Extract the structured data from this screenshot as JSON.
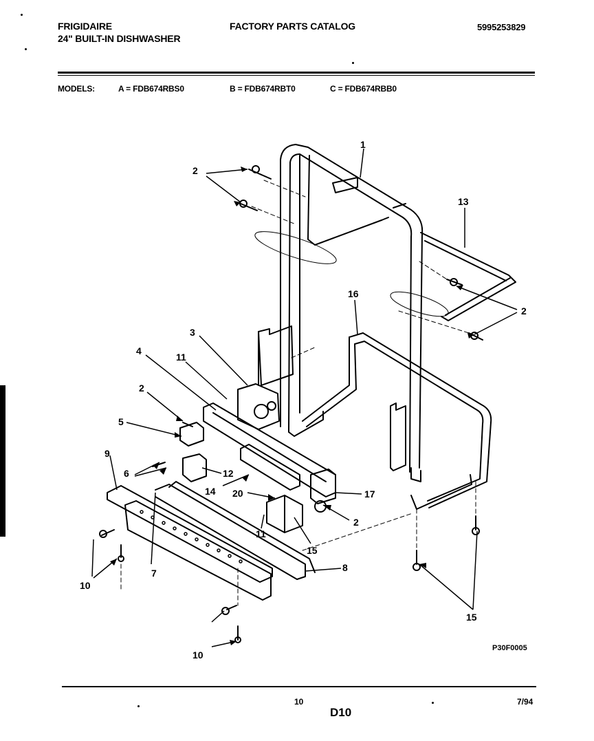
{
  "header": {
    "brand": "FRIGIDAIRE",
    "product": "24\" BUILT-IN DISHWASHER",
    "catalog_title": "FACTORY PARTS CATALOG",
    "catalog_number": "5995253829"
  },
  "models": {
    "label": "MODELS:",
    "items": [
      {
        "text": "A = FDB674RBS0"
      },
      {
        "text": "B = FDB674RBT0"
      },
      {
        "text": "C = FDB674RBB0"
      }
    ]
  },
  "callouts": [
    "1",
    "2",
    "2",
    "3",
    "4",
    "11",
    "2",
    "5",
    "6",
    "9",
    "12",
    "14",
    "20",
    "17",
    "2",
    "11",
    "15",
    "7",
    "10",
    "8",
    "10",
    "15",
    "16",
    "13"
  ],
  "drawing_code": "P30F0005",
  "footer": {
    "page_number": "10",
    "section_code": "D10",
    "date": "7/94"
  }
}
